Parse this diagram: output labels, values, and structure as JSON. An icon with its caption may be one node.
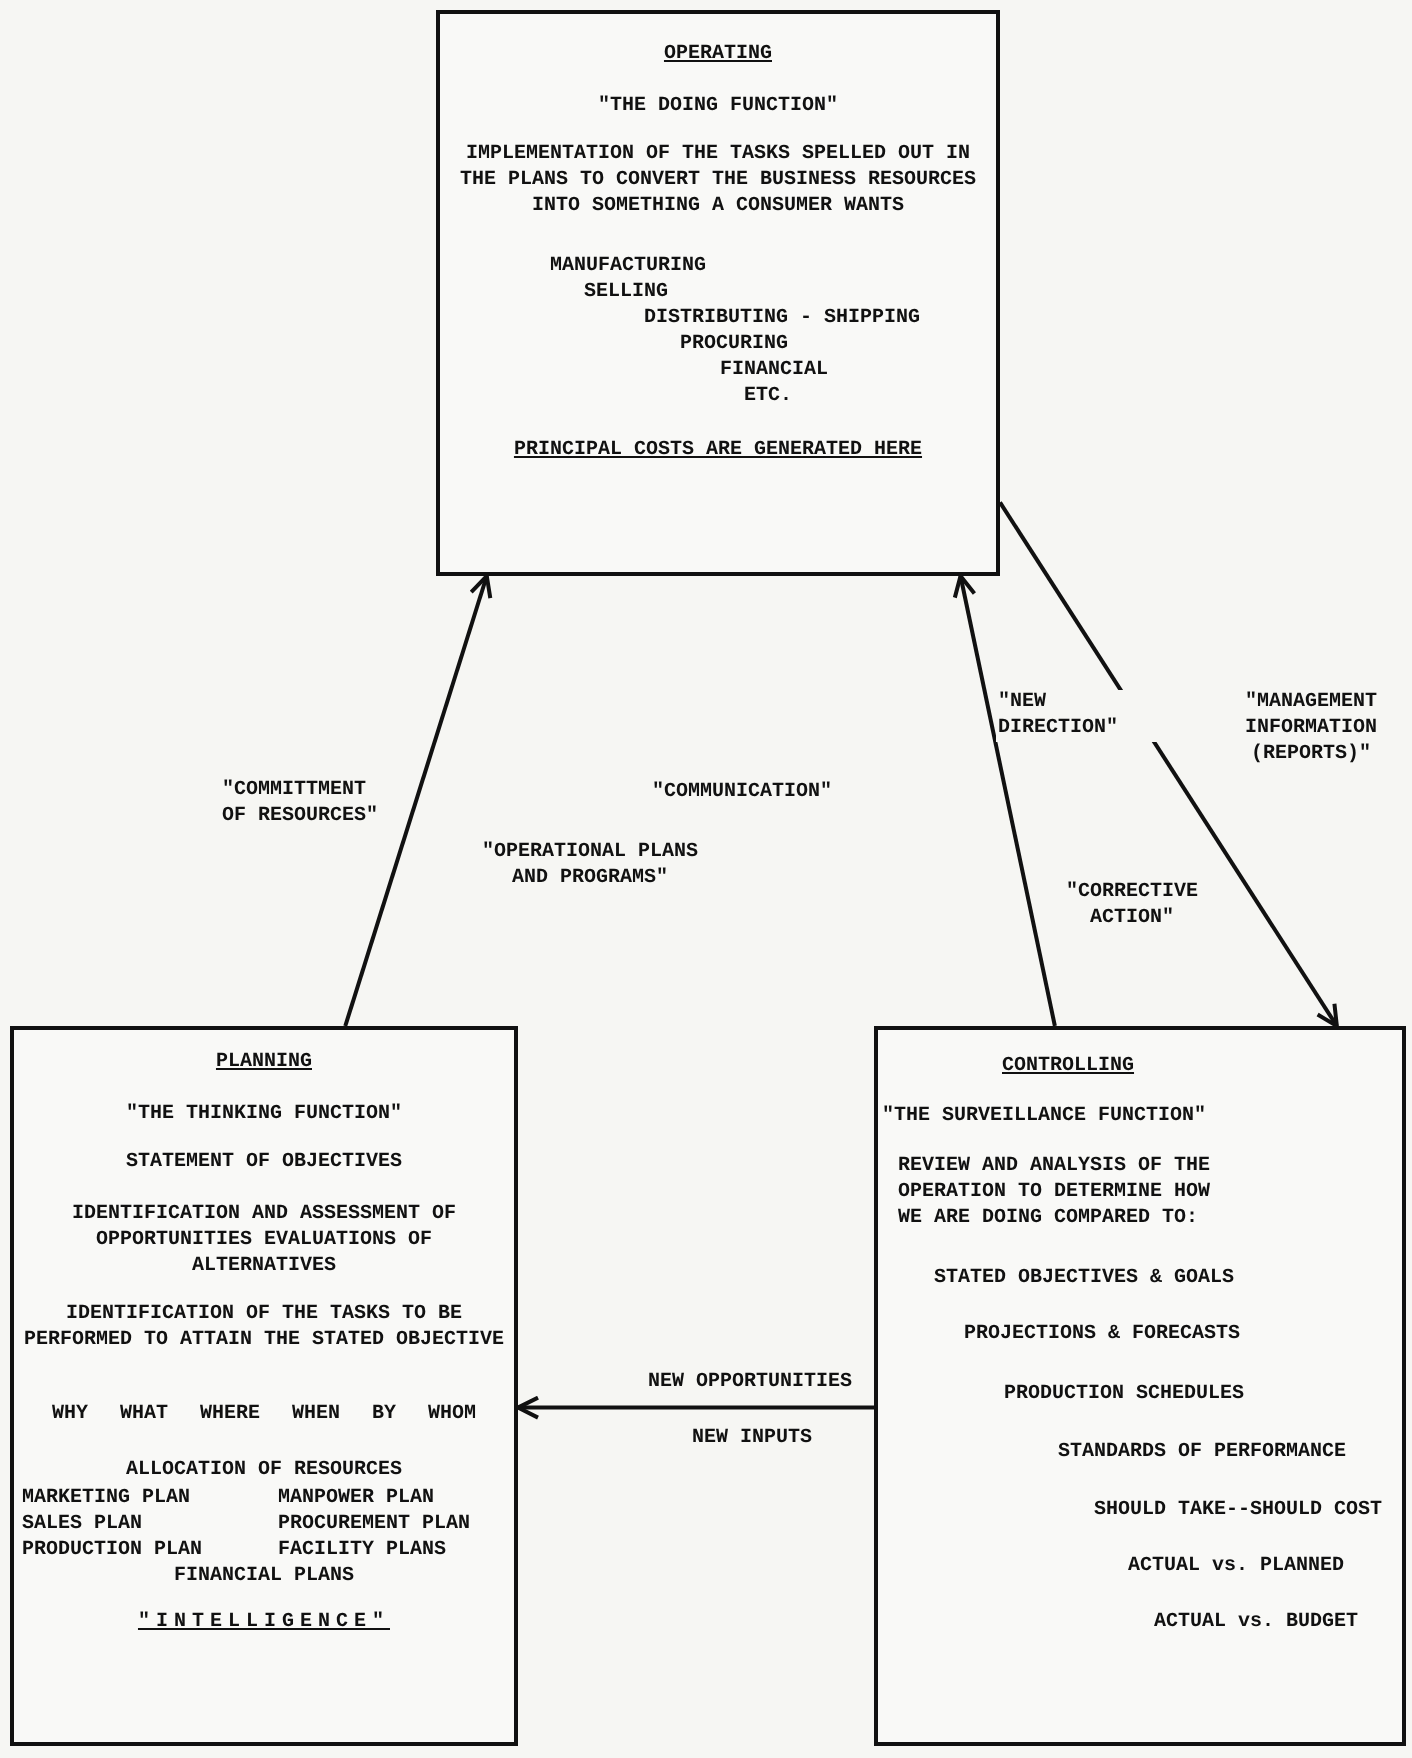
{
  "diagram": {
    "nodes": [
      {
        "text": [
          "OPERATING",
          "\"THE DOING FUNCTION\"",
          "IMPLEMENTATION OF THE TASKS SPELLED OUT IN THE PLANS TO CONVERT THE BUSINESS RESOURCES INTO SOMETHING A CONSUMER WANTS",
          "MANUFACTURING",
          "SELLING",
          "DISTRIBUTING - SHIPPING",
          "PROCURING",
          "FINANCIAL",
          "ETC.",
          "PRINCIPAL COSTS ARE GENERATED HERE"
        ]
      },
      {
        "text": [
          "PLANNING",
          "\"THE THINKING FUNCTION\"",
          "STATEMENT OF OBJECTIVES",
          "IDENTIFICATION AND ASSESSMENT OF OPPORTUNITIES EVALUATIONS OF ALTERNATIVES",
          "IDENTIFICATION OF THE TASKS TO BE PERFORMED TO ATTAIN THE STATED OBJECTIVE",
          "WHY WHAT WHERE WHEN BY WHOM",
          "ALLOCATION OF RESOURCES",
          "MARKETING PLAN",
          "MANPOWER PLAN",
          "SALES PLAN",
          "PROCUREMENT PLAN",
          "PRODUCTION PLAN",
          "FACILITY PLANS",
          "FINANCIAL PLANS",
          "\"INTELLIGENCE\""
        ]
      },
      {
        "text": [
          "CONTROLLING",
          "\"THE SURVEILLANCE FUNCTION\"",
          "REVIEW AND ANALYSIS OF THE OPERATION TO DETERMINE HOW WE ARE DOING COMPARED TO:",
          "STATED OBJECTIVES & GOALS",
          "PROJECTIONS & FORECASTS",
          "PRODUCTION SCHEDULES",
          "STANDARDS OF PERFORMANCE",
          "SHOULD TAKE--SHOULD COST",
          "ACTUAL vs. PLANNED",
          "ACTUAL vs. BUDGET"
        ]
      }
    ],
    "edges": [
      {
        "from": 1,
        "to": 0,
        "arrow": "to",
        "label": "\"COMMITTMENT OF RESOURCES\""
      },
      {
        "from": 2,
        "to": 0,
        "arrow": "to",
        "label": "\"NEW DIRECTION\""
      },
      {
        "from": 0,
        "to": 2,
        "arrow": "to",
        "label": "\"MANAGEMENT INFORMATION (REPORTS)\""
      },
      {
        "from": 2,
        "to": 1,
        "arrow": "to",
        "label": "NEW OPPORTUNITIES"
      }
    ],
    "labels": [
      "\"COMMUNICATION\"",
      "\"OPERATIONAL PLANS AND PROGRAMS\"",
      "\"CORRECTIVE ACTION\"",
      "NEW INPUTS"
    ]
  }
}
